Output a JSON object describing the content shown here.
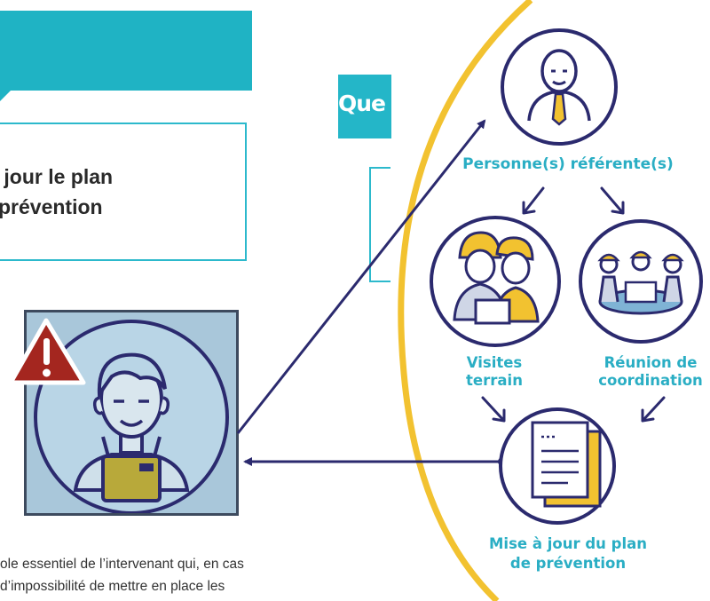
{
  "title_box": {
    "line1": " jour le plan",
    "line2": "prévention"
  },
  "body_text": {
    "line1": "ole essentiel de l’intervenant qui, en cas",
    "line2": "d’impossibilité de mettre en place les"
  },
  "que_label": "Que",
  "nodes": {
    "referent": "Personne(s) référente(s)",
    "visites": "Visites\nterrain",
    "reunion": "Réunion de\ncoordination",
    "mise_a_jour": "Mise à jour du plan\nde prévention"
  },
  "icons": {
    "warning": "warning-triangle-icon",
    "worker": "worker-avatar-icon",
    "referent": "businessman-icon",
    "visites": "construction-workers-icon",
    "reunion": "coordination-meeting-icon",
    "mise_a_jour": "document-icon"
  },
  "colors": {
    "teal": "#1fb3c4",
    "navy": "#2b2a6e",
    "yellow": "#f2c230",
    "label_teal": "#2aaec4",
    "warning_red": "#a4261f",
    "card_blue": "#a9c7da"
  }
}
